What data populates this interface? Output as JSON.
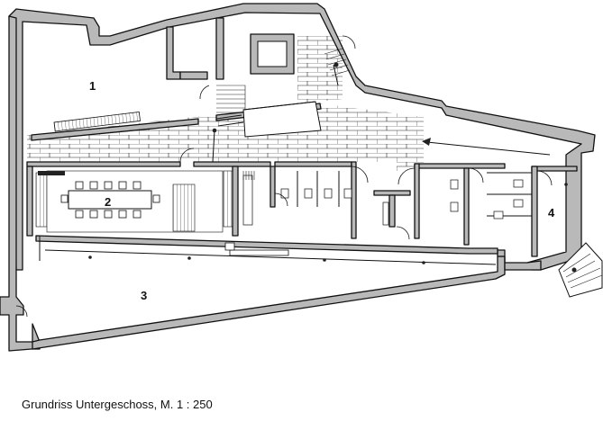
{
  "caption": "Grundriss Untergeschoss, M. 1 : 250",
  "rooms": [
    {
      "label": "1"
    },
    {
      "label": "2"
    },
    {
      "label": "3"
    },
    {
      "label": "4"
    }
  ]
}
